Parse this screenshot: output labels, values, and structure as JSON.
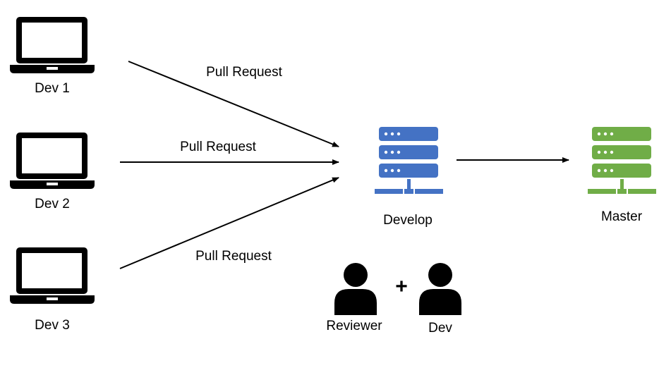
{
  "devs": [
    {
      "label": "Dev 1"
    },
    {
      "label": "Dev 2"
    },
    {
      "label": "Dev 3"
    }
  ],
  "pull_requests": [
    {
      "label": "Pull Request"
    },
    {
      "label": "Pull Request"
    },
    {
      "label": "Pull Request"
    }
  ],
  "servers": {
    "develop": {
      "label": "Develop",
      "color": "#4472C4"
    },
    "master": {
      "label": "Master",
      "color": "#70AD47"
    }
  },
  "review": {
    "reviewer_label": "Reviewer",
    "plus": "+",
    "dev_label": "Dev"
  },
  "icons": {
    "laptop": "laptop-icon",
    "server": "server-icon",
    "person": "person-icon"
  }
}
